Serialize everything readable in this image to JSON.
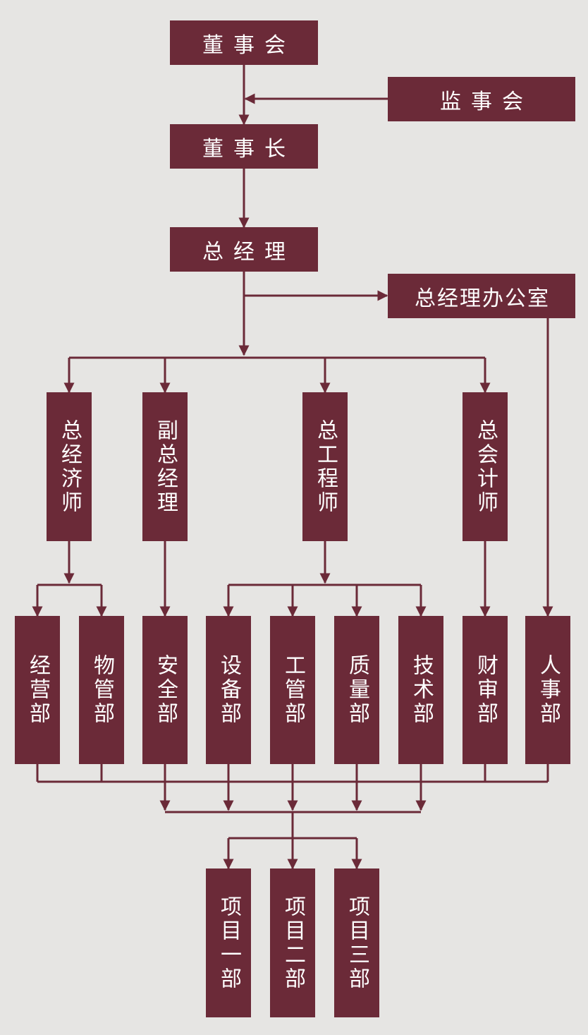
{
  "colors": {
    "background": "#e6e5e3",
    "box": "#6b2a38",
    "line": "#6b2a38",
    "text": "#ffffff"
  },
  "nodes": {
    "board": "董事会",
    "supervisors": "监事会",
    "chairman": "董事长",
    "gm": "总经理",
    "gm_office": "总经理办公室",
    "chief_economist": "总经济师",
    "deputy_gm": "副总经理",
    "chief_engineer": "总工程师",
    "chief_accountant": "总会计师",
    "dept_business": "经营部",
    "dept_materials": "物管部",
    "dept_safety": "安全部",
    "dept_equipment": "设备部",
    "dept_engineering": "工管部",
    "dept_quality": "质量部",
    "dept_technology": "技术部",
    "dept_finance": "财审部",
    "dept_hr": "人事部",
    "project_1": "项目一部",
    "project_2": "项目二部",
    "project_3": "项目三部"
  }
}
